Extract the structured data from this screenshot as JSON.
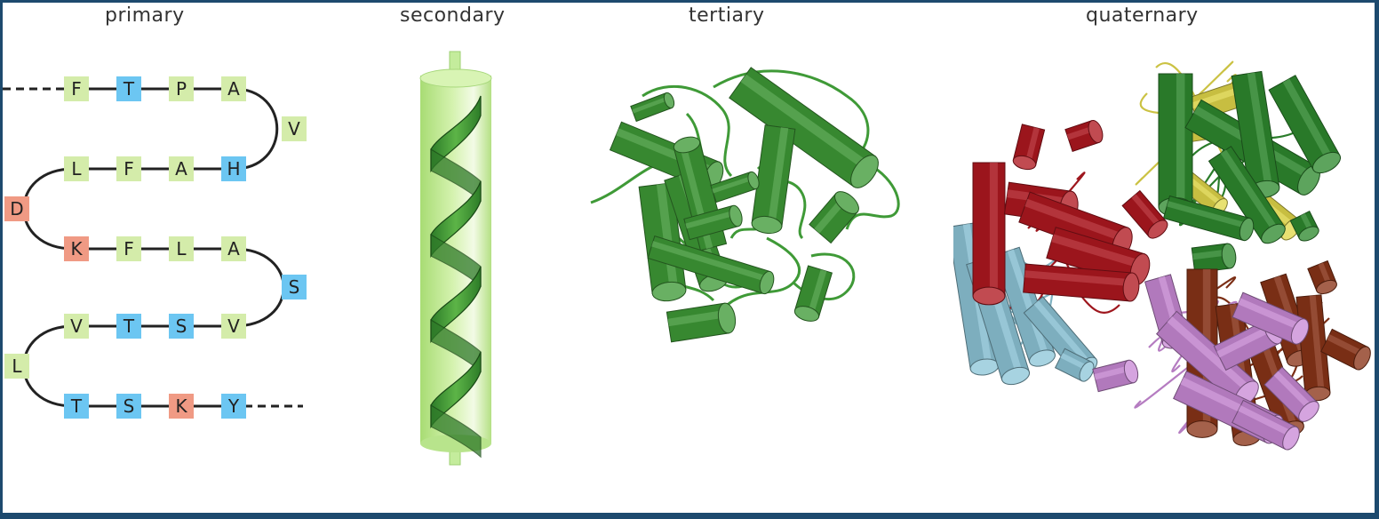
{
  "titles": {
    "primary": "primary",
    "secondary": "secondary",
    "tertiary": "tertiary",
    "quaternary": "quaternary"
  },
  "colors": {
    "frame": "#1d4a6e",
    "hydrophobic": "#d4ecaa",
    "polar": "#6cc6f2",
    "charged": "#f09a84",
    "helix_tube": "#c4ec9c",
    "helix_ribbon": "#3f9a37",
    "tertiary_chain": "#3f9a37",
    "quaternary_chains": [
      "#b01820",
      "#8ec6d8",
      "#2f8a2f",
      "#e2d84a",
      "#c98ad6",
      "#8a3418"
    ]
  },
  "primary": {
    "rows": [
      [
        "F",
        "T",
        "P",
        "A"
      ],
      [
        "V"
      ],
      [
        "L",
        "F",
        "A",
        "H"
      ],
      [
        "D"
      ],
      [
        "K",
        "F",
        "L",
        "A"
      ],
      [
        "S"
      ],
      [
        "V",
        "T",
        "S",
        "V"
      ],
      [
        "L"
      ],
      [
        "T",
        "S",
        "K",
        "Y"
      ]
    ],
    "residue_colors": {
      "F": "hydrophobic",
      "T": "polar",
      "P": "hydrophobic",
      "A": "hydrophobic",
      "V": "hydrophobic",
      "L": "hydrophobic",
      "H": "polar",
      "D": "charged",
      "K": "charged",
      "S": "polar",
      "Y": "polar"
    }
  }
}
